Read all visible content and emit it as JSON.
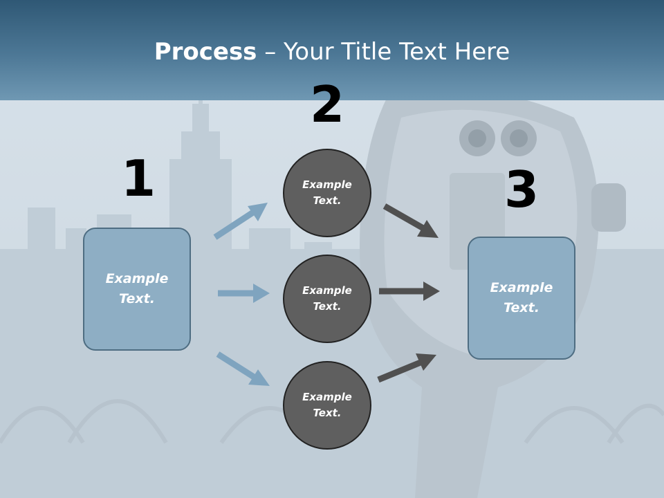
{
  "title": {
    "bold": "Process",
    "rest": " – Your Title Text Here"
  },
  "steps": {
    "one": {
      "number": "1",
      "text": "Example Text."
    },
    "two": {
      "number": "2",
      "items": [
        "Example Text.",
        "Example Text.",
        "Example Text."
      ]
    },
    "three": {
      "number": "3",
      "text": "Example Text."
    }
  },
  "colors": {
    "title_bar": "#4d7896",
    "box_fill": "#8eaec4",
    "circle_fill": "#5f5f5f",
    "left_arrow": "#7fa4bf",
    "right_arrow": "#505050"
  }
}
